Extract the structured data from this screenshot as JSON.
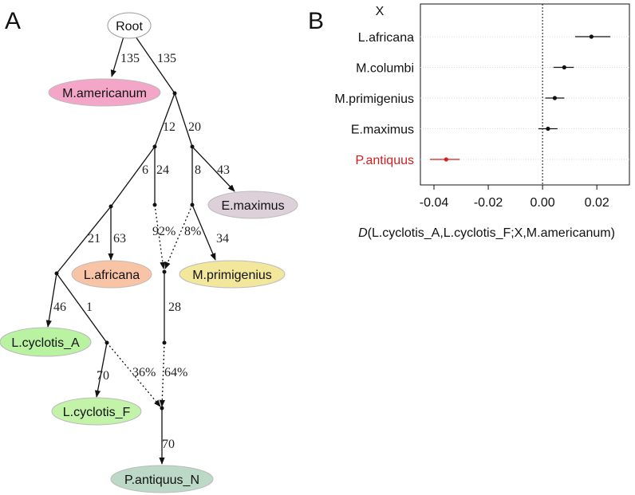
{
  "panel_a": {
    "label": "A",
    "nodes": {
      "root": "Root",
      "m_americanum": "M.americanum",
      "l_africana": "L.africana",
      "e_maximus": "E.maximus",
      "m_primigenius": "M.primigenius",
      "l_cyclotis_a": "L.cyclotis_A",
      "l_cyclotis_f": "L.cyclotis_F",
      "p_antiquus_n": "P.antiquus_N"
    },
    "node_colors": {
      "root": "#ffffff",
      "m_americanum": "#f4a6c8",
      "l_africana": "#f9c3a6",
      "e_maximus": "#ddd0d8",
      "m_primigenius": "#f3e79b",
      "l_cyclotis_a": "#b9f2a0",
      "l_cyclotis_f": "#c3f2a9",
      "p_antiquus_n": "#bcd9c7"
    },
    "edge_labels": {
      "root_to_mam": "135",
      "root_to_n1": "135",
      "n1_to_n2": "12",
      "n1_to_n3": "20",
      "n2_to_n4": "6",
      "n2_to_n5": "24",
      "n3_to_n6": "8",
      "n3_to_emax": "43",
      "n4_to_n7": "21",
      "n4_to_lafr": "63",
      "adm1_left": "92%",
      "adm1_right": "8%",
      "n6_to_mprim": "34",
      "n7_to_lcya": "46",
      "n7_to_n8": "1",
      "adm1_to_n9": "28",
      "n8_to_lcyf": "70",
      "adm2_left": "36%",
      "adm2_right": "64%",
      "adm2_to_pant": "70"
    }
  },
  "panel_b": {
    "label": "B",
    "column_header": "X",
    "xlabel_italic": "D",
    "xlabel_rest": "(L.cyclotis_A,L.cyclotis_F;X,M.americanum)"
  },
  "chart_data": {
    "type": "scatter",
    "title": "",
    "xlabel": "D(L.cyclotis_A,L.cyclotis_F;X,M.americanum)",
    "xlim": [
      -0.045,
      0.032
    ],
    "xticks": [
      -0.04,
      -0.02,
      0.0,
      0.02
    ],
    "xtick_labels": [
      "-0.04",
      "-0.02",
      "0.00",
      "0.02"
    ],
    "reference_line": 0,
    "grid": "horizontal dotted",
    "points": [
      {
        "label": "L.africana",
        "value": 0.018,
        "lo": 0.012,
        "hi": 0.025,
        "color": "#111111"
      },
      {
        "label": "M.columbi",
        "value": 0.008,
        "lo": 0.004,
        "hi": 0.0115,
        "color": "#111111"
      },
      {
        "label": "M.primigenius",
        "value": 0.0045,
        "lo": 0.001,
        "hi": 0.008,
        "color": "#111111"
      },
      {
        "label": "E.maximus",
        "value": 0.002,
        "lo": -0.0015,
        "hi": 0.0055,
        "color": "#111111"
      },
      {
        "label": "P.antiquus",
        "value": -0.0355,
        "lo": -0.0415,
        "hi": -0.0305,
        "color": "#d11f1f"
      }
    ]
  }
}
